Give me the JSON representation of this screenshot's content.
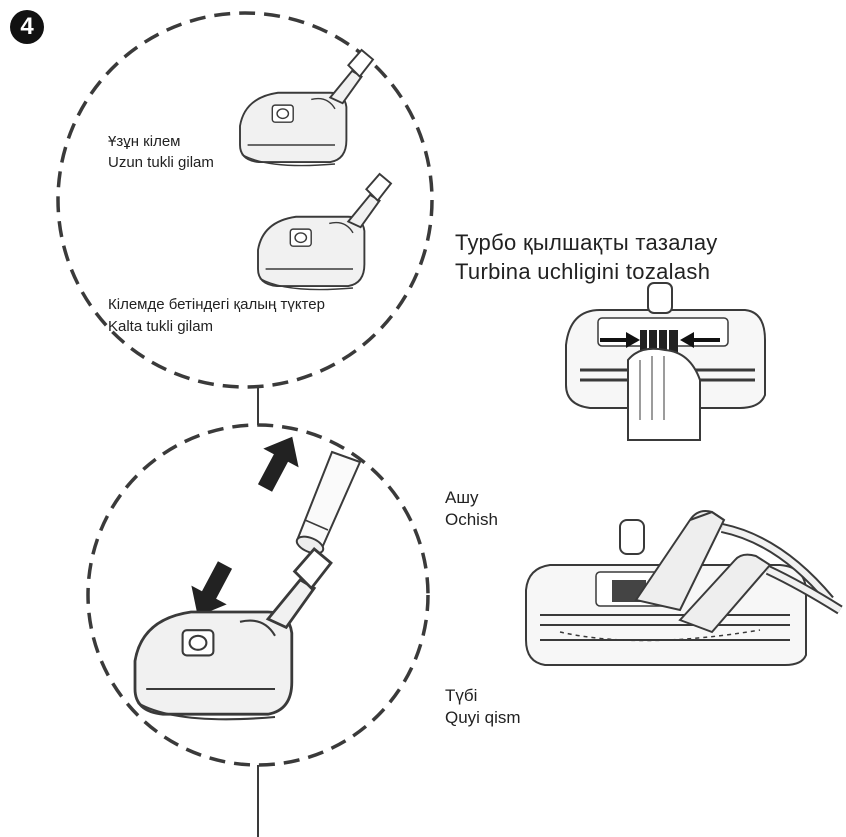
{
  "step": {
    "number": "4"
  },
  "colors": {
    "line": "#3a3a3a",
    "fill": "#f1f1f1",
    "accent": "#111111"
  },
  "nozzle_modes": {
    "long_pile": {
      "label_kk": "Ұзұн кілем",
      "label_uz": "Uzun tukli gilam"
    },
    "short_pile": {
      "label_kk": "Кілемде бетіндегі қалың түктер",
      "label_uz": "Kalta tukli gilam"
    }
  },
  "cleaning": {
    "title_kk": "Турбо қылшақты тазалау",
    "title_uz": "Turbina uchligini tozalash"
  },
  "open": {
    "label_kk": "Ашу",
    "label_uz": "Ochish"
  },
  "bottom": {
    "label_kk": "Түбі",
    "label_uz": "Quyi qism"
  }
}
